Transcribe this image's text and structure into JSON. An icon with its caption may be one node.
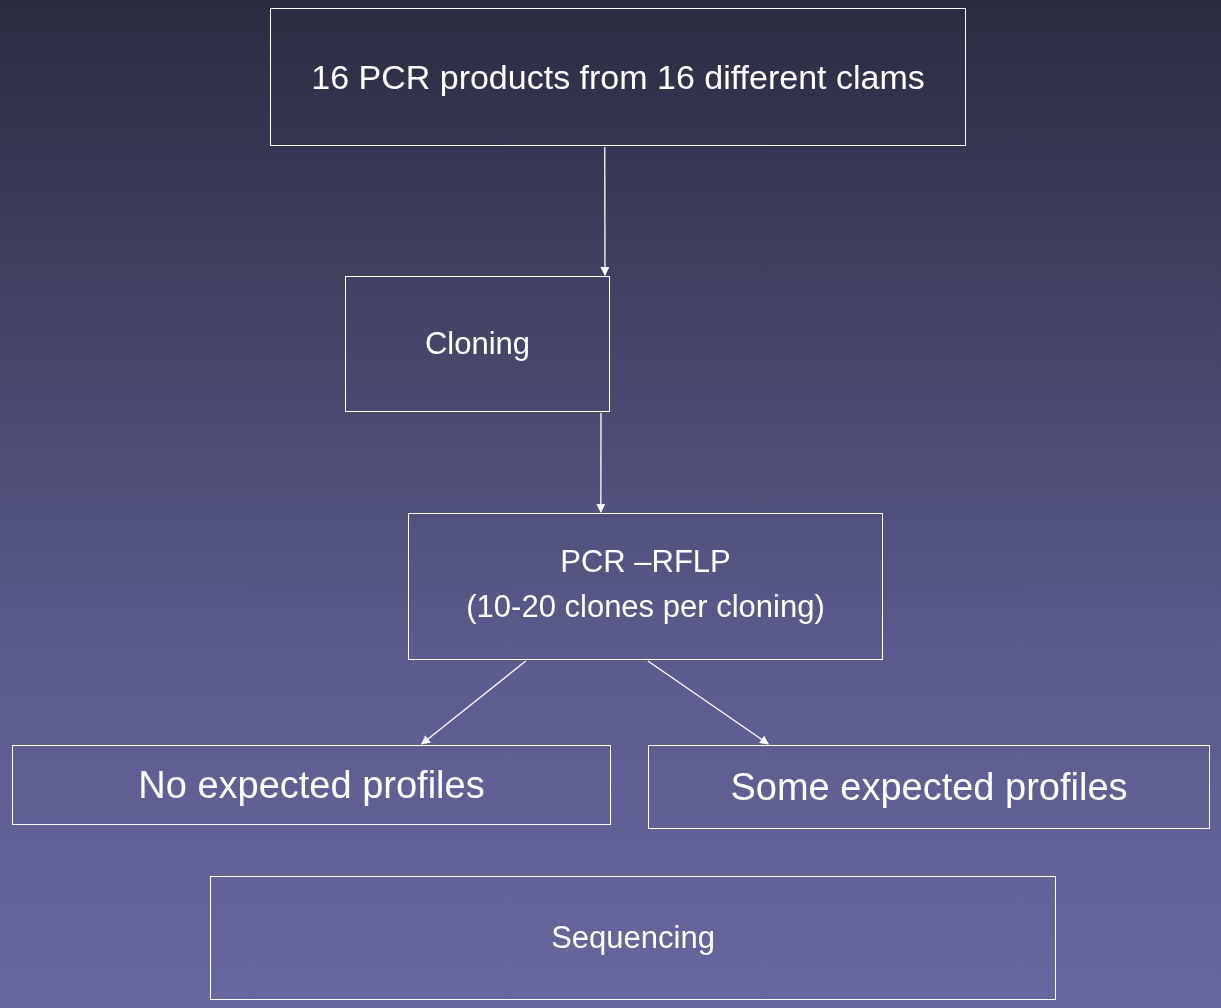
{
  "diagram": {
    "nodes": [
      {
        "text": [
          "16 PCR products from 16 different clams"
        ]
      },
      {
        "text": [
          "Cloning"
        ]
      },
      {
        "text": [
          "PCR –RFLP",
          "(10-20 clones per cloning)"
        ]
      },
      {
        "text": [
          "No expected profiles"
        ]
      },
      {
        "text": [
          "Some expected profiles"
        ]
      },
      {
        "text": [
          "Sequencing"
        ]
      }
    ],
    "edges": [
      {
        "from": 0,
        "to": 1,
        "arrow": "to"
      },
      {
        "from": 1,
        "to": 2,
        "arrow": "to"
      },
      {
        "from": 2,
        "to": 3,
        "arrow": "to"
      },
      {
        "from": 2,
        "to": 4,
        "arrow": "to"
      }
    ]
  }
}
